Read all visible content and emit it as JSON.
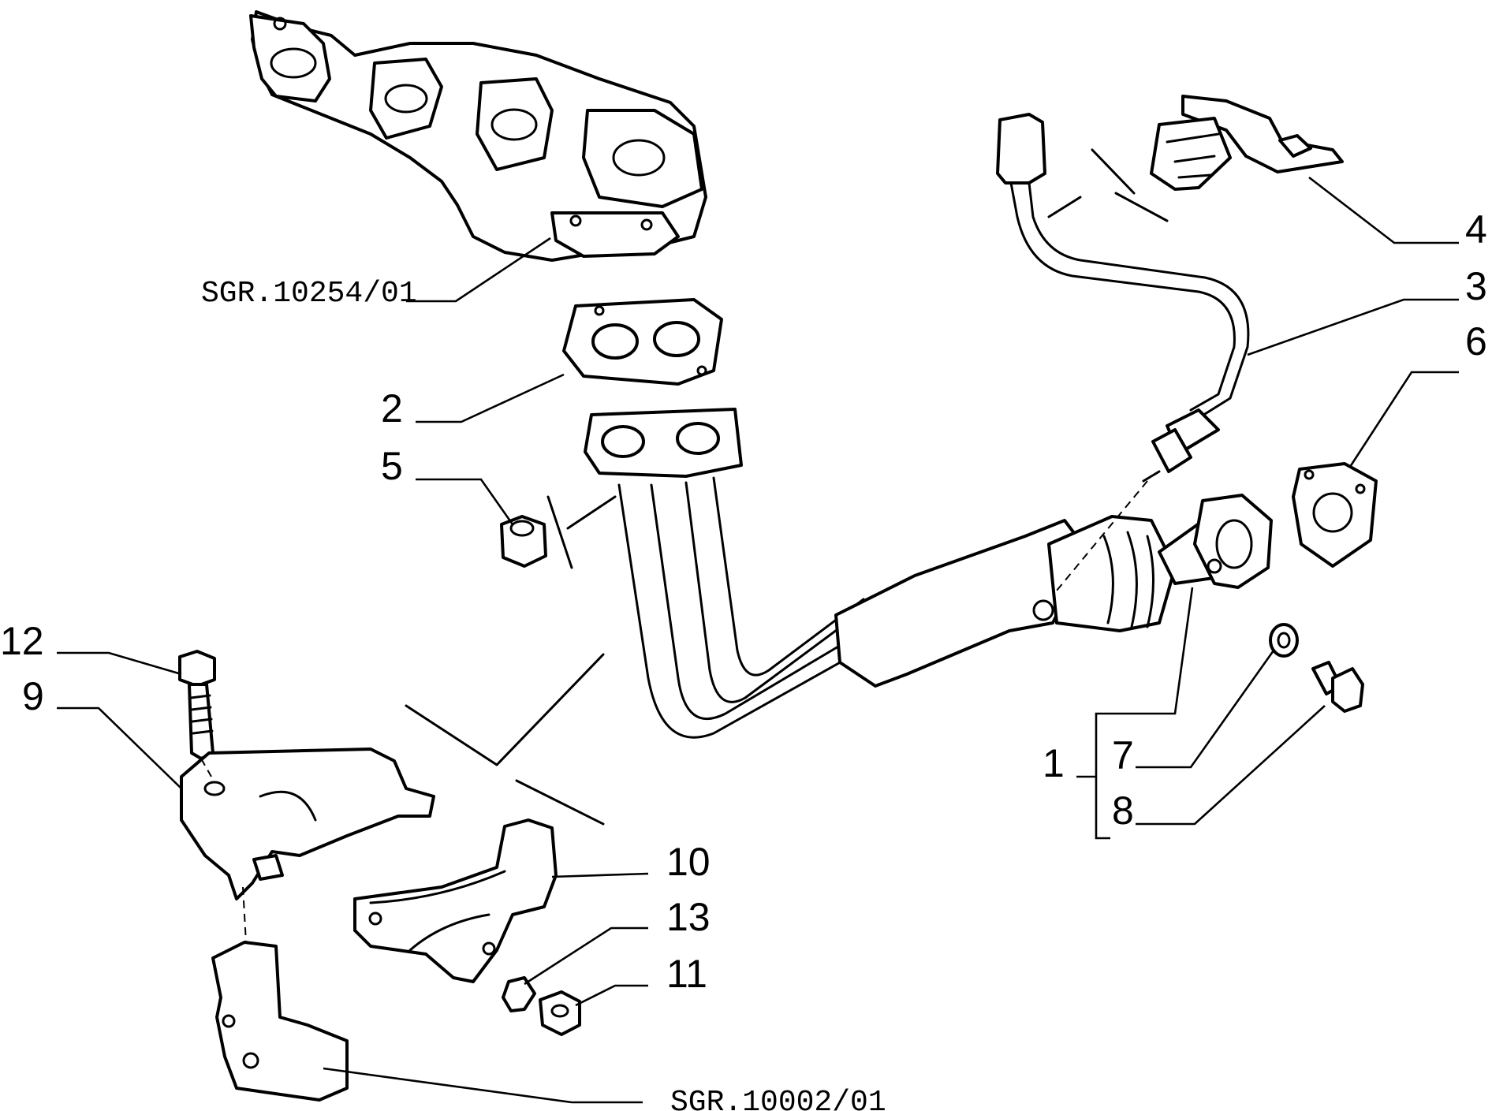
{
  "diagram": {
    "callouts": {
      "c1": "1",
      "c2": "2",
      "c3": "3",
      "c4": "4",
      "c5": "5",
      "c6": "6",
      "c7": "7",
      "c8": "8",
      "c9": "9",
      "c10": "10",
      "c11": "11",
      "c12": "12",
      "c13": "13"
    },
    "references": {
      "manifold_ref": "SGR.10254/01",
      "bracket_ref": "SGR.10002/01"
    }
  }
}
